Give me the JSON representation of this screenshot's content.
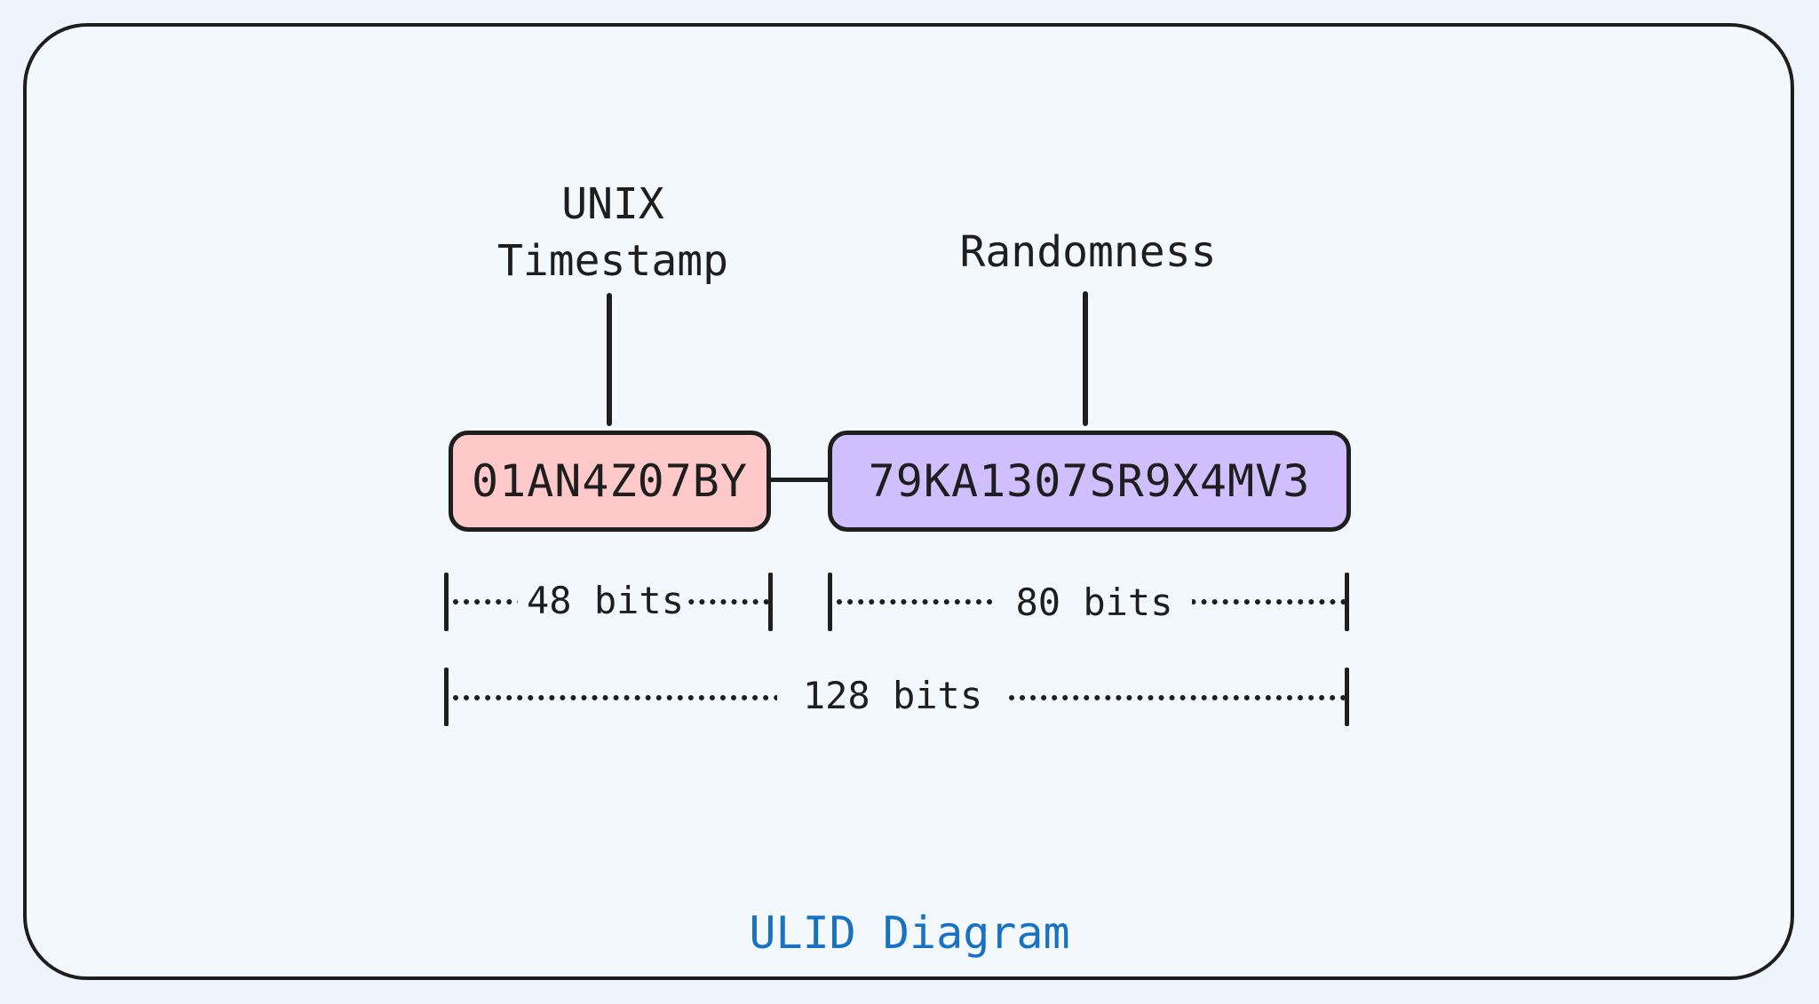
{
  "diagram": {
    "timestamp_label_line1": "UNIX",
    "timestamp_label_line2": "Timestamp",
    "randomness_label": "Randomness",
    "timestamp_value": "01AN4Z07BY",
    "randomness_value": "79KA1307SR9X4MV3",
    "timestamp_bits": "48 bits",
    "randomness_bits": "80 bits",
    "total_bits": "128 bits",
    "caption": "ULID Diagram"
  },
  "colors": {
    "background": "#f3f8fd",
    "stroke": "#1e1e1e",
    "timestamp_fill": "#ffc9c9",
    "randomness_fill": "#d0bfff",
    "caption": "#1971c2"
  }
}
